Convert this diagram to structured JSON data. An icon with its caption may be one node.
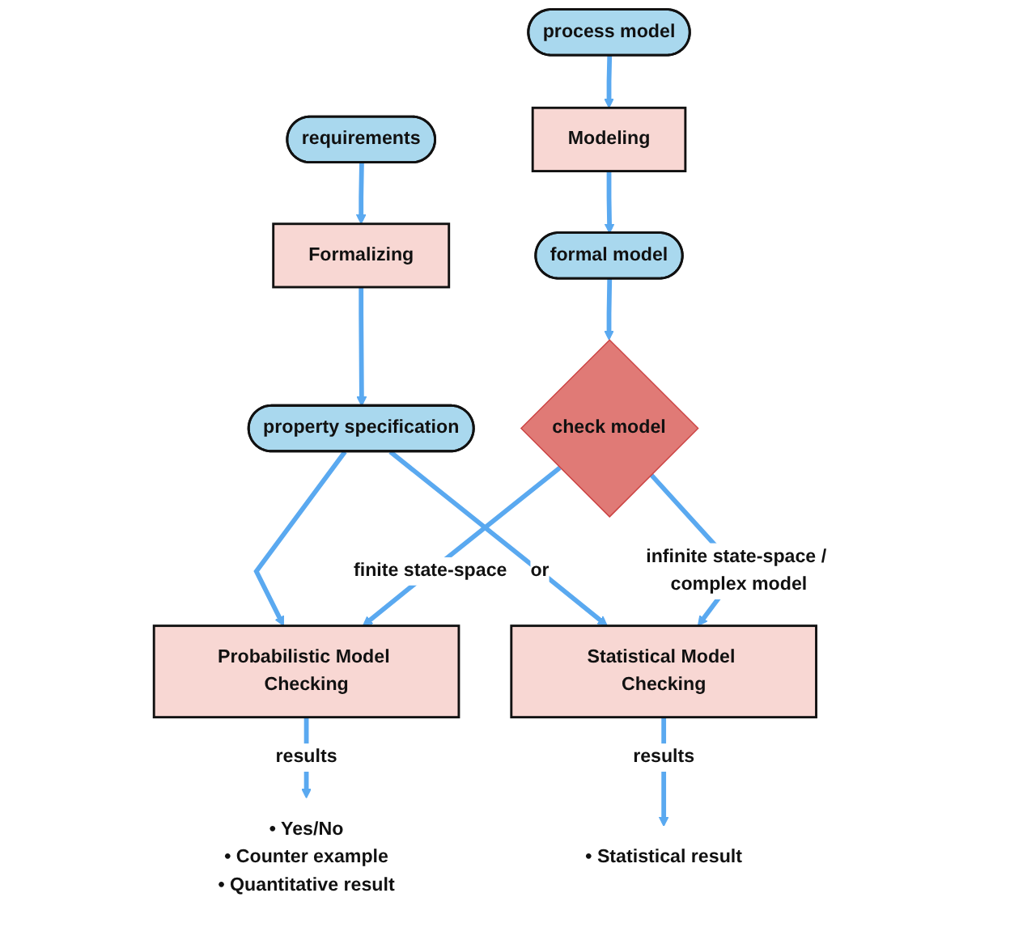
{
  "diagram": {
    "nodes": [
      {
        "text": [
          "requirements"
        ]
      },
      {
        "text": [
          "Formalizing"
        ]
      },
      {
        "text": [
          "property specification"
        ]
      },
      {
        "text": [
          "process model"
        ]
      },
      {
        "text": [
          "Modeling"
        ]
      },
      {
        "text": [
          "formal model"
        ]
      },
      {
        "text": [
          "check model"
        ]
      },
      {
        "text": [
          "Probabilistic Model Checking"
        ]
      },
      {
        "text": [
          "Statistical Model Checking"
        ]
      },
      {
        "text": [
          "• Yes/No",
          "• Counter example",
          "• Quantitative result"
        ]
      },
      {
        "text": [
          "• Statistical result"
        ]
      }
    ],
    "edges": [
      {
        "from": 0,
        "to": 1,
        "arrow": "to"
      },
      {
        "from": 1,
        "to": 2,
        "arrow": "to"
      },
      {
        "from": 2,
        "to": 7,
        "arrow": "to"
      },
      {
        "from": 2,
        "to": 8,
        "label": "or",
        "arrow": "to"
      },
      {
        "from": 3,
        "to": 4,
        "arrow": "to"
      },
      {
        "from": 4,
        "to": 5,
        "arrow": "to"
      },
      {
        "from": 5,
        "to": 6,
        "arrow": "to"
      },
      {
        "from": 6,
        "to": 7,
        "label": "finite state-space",
        "arrow": "to"
      },
      {
        "from": 6,
        "to": 8,
        "label": "infinite state-space / complex model",
        "arrow": "to"
      },
      {
        "from": 7,
        "to": 9,
        "label": "results",
        "arrow": "to"
      },
      {
        "from": 8,
        "to": 10,
        "label": "results",
        "arrow": "to"
      }
    ]
  }
}
